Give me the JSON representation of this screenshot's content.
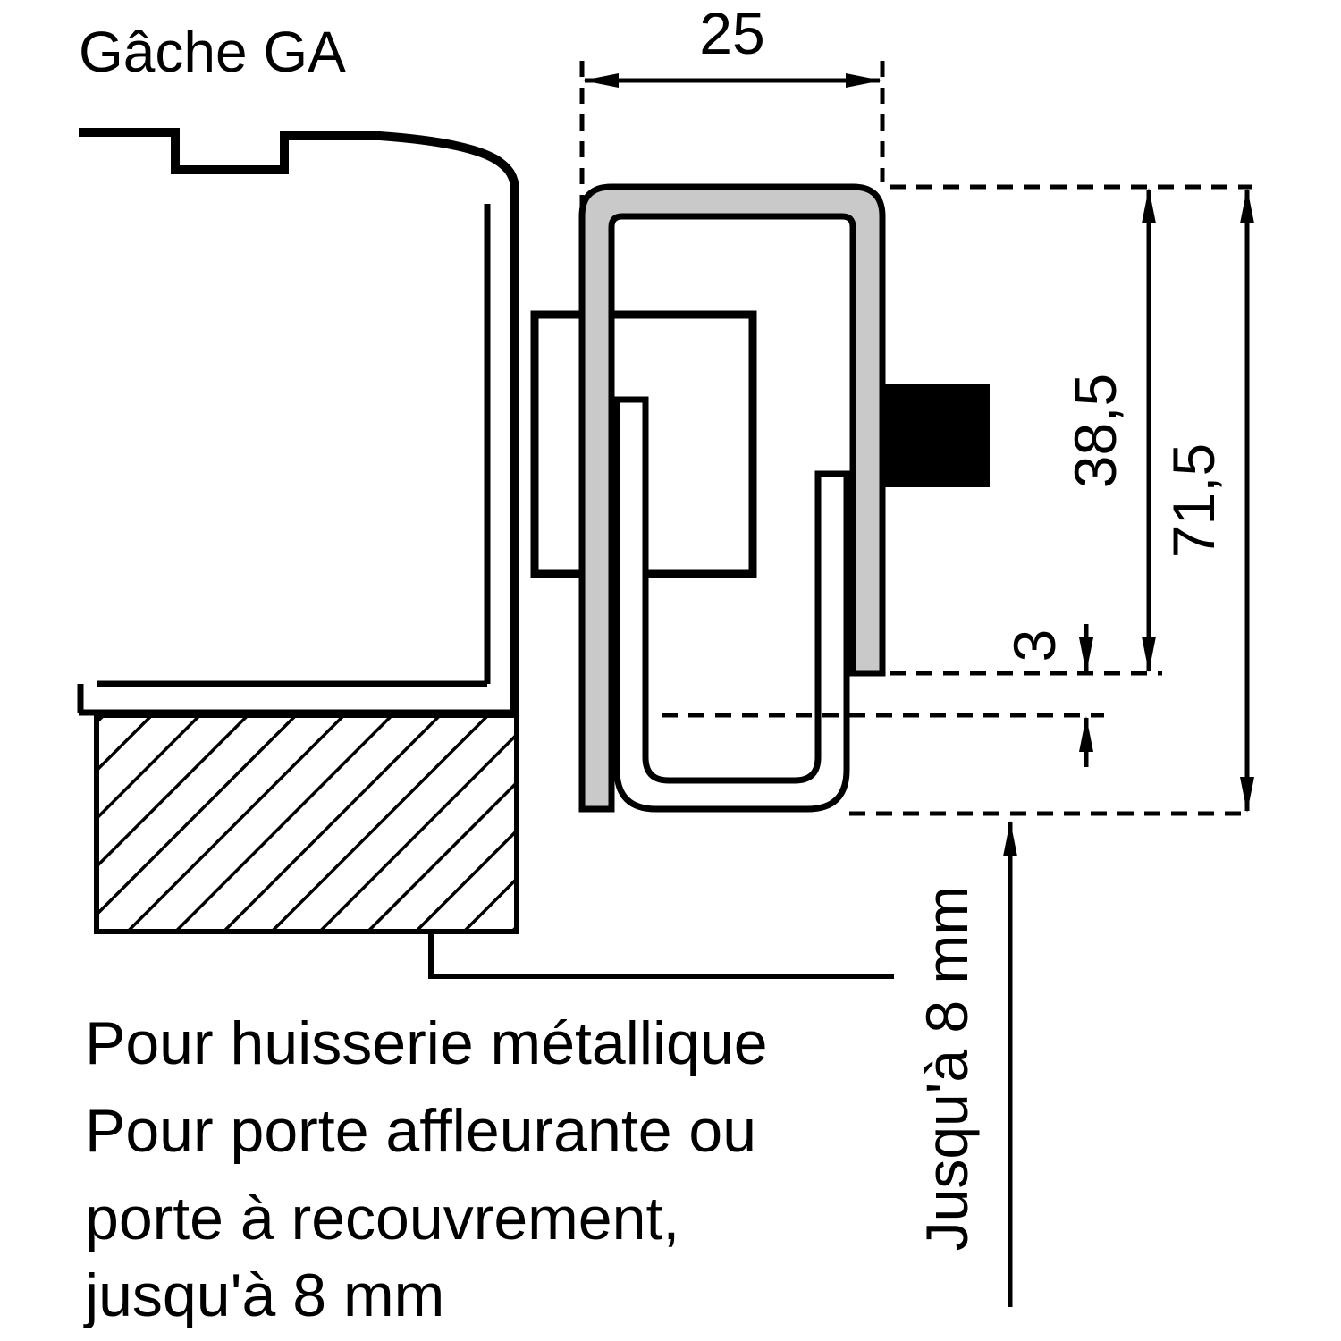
{
  "title": "Gâche GA",
  "colors": {
    "line": "#000000",
    "profile_fill": "#c9c9c9",
    "bolt_fill": "#000000",
    "background": "#ffffff"
  },
  "dimensions": {
    "top_width": "25",
    "strike_height": "38,5",
    "total_height": "71,5",
    "lip_gap": "3",
    "overlap_note": "Jusqu'à 8 mm"
  },
  "caption": {
    "line1": "Pour huisserie métallique",
    "line2": "Pour porte affleurante ou",
    "line3": "porte à recouvrement,",
    "line4": "jusqu'à 8 mm"
  }
}
